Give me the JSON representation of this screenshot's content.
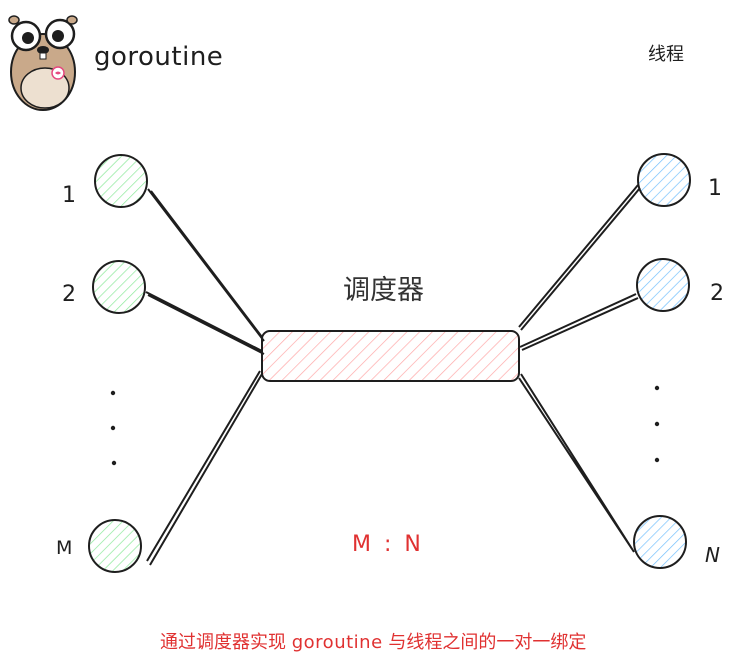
{
  "header": {
    "title": "goroutine",
    "thread_label": "线程"
  },
  "scheduler": {
    "label": "调度器"
  },
  "goroutines": {
    "labels": [
      "1",
      "2",
      "M"
    ],
    "ellipsis": "⋮"
  },
  "threads": {
    "labels": [
      "1",
      "2",
      "N"
    ],
    "ellipsis": "⋮"
  },
  "ratio": "M : N",
  "caption": {
    "prefix": "通过调度器实现",
    "keyword": "goroutine",
    "suffix": "与线程之间的一对一绑定"
  },
  "colors": {
    "goroutine_fill": "#b2f2bb",
    "thread_fill": "#a5d8ff",
    "scheduler_fill": "#ffc9c9",
    "accent_red": "#e03131"
  }
}
